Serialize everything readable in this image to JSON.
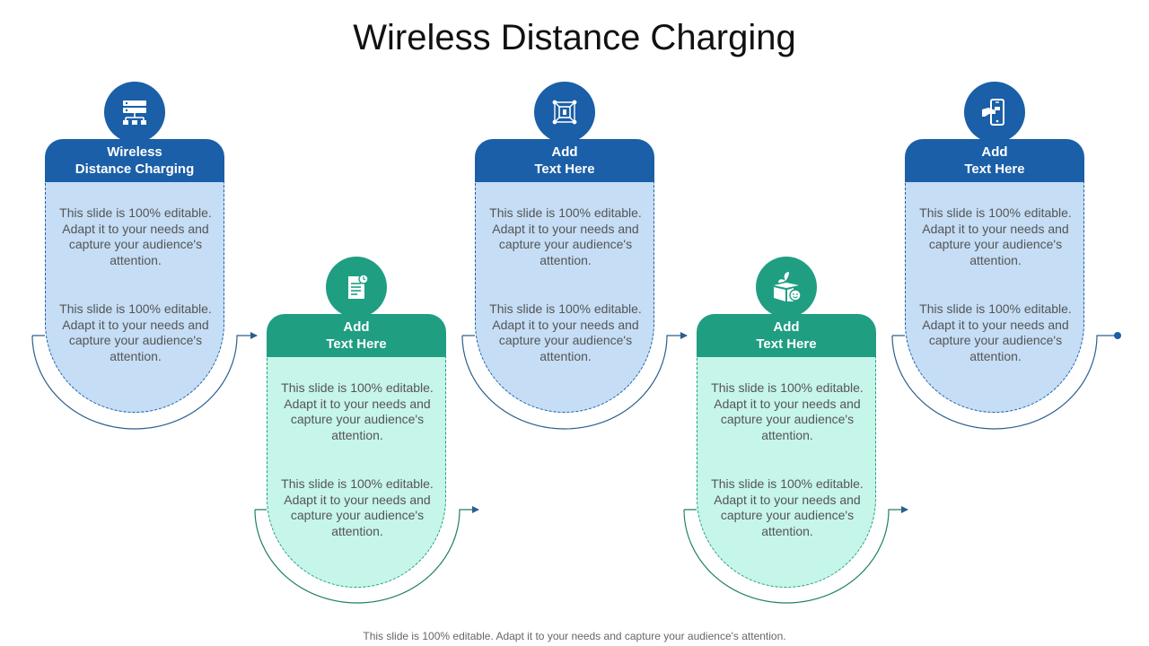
{
  "title": "Wireless Distance Charging",
  "footer": "This slide is 100% editable. Adapt it to your needs and capture your audience's attention.",
  "colors": {
    "blue": "#1a5fa8",
    "blue_light": "#c5ddf5",
    "green": "#1f9e82",
    "green_light": "#c6f5ea",
    "connector": "#2b5f8e"
  },
  "cards": [
    {
      "theme": "blue",
      "icon": "server-network-icon",
      "heading_line1": "Wireless",
      "heading_line2": "Distance Charging",
      "para1": "This slide is 100% editable. Adapt it to your needs and capture your audience's attention.",
      "para2": "This slide is 100% editable. Adapt it to your needs and capture your audience's attention."
    },
    {
      "theme": "green",
      "icon": "document-icon",
      "heading_line1": "Add",
      "heading_line2": "Text Here",
      "para1": "This slide is 100% editable. Adapt it to your needs and capture your audience's attention.",
      "para2": "This slide is 100% editable. Adapt it to your needs and capture your audience's attention."
    },
    {
      "theme": "blue",
      "icon": "network-hub-icon",
      "heading_line1": "Add",
      "heading_line2": "Text Here",
      "para1": "This slide is 100% editable. Adapt it to your needs and capture your audience's attention.",
      "para2": "This slide is 100% editable. Adapt it to your needs and capture your audience's attention."
    },
    {
      "theme": "green",
      "icon": "eco-box-icon",
      "heading_line1": "Add",
      "heading_line2": "Text Here",
      "para1": "This slide is 100% editable. Adapt it to your needs and capture your audience's attention.",
      "para2": "This slide is 100% editable. Adapt it to your needs and capture your audience's attention."
    },
    {
      "theme": "blue",
      "icon": "mobile-payment-icon",
      "heading_line1": "Add",
      "heading_line2": "Text Here",
      "para1": "This slide is 100% editable. Adapt it to your needs and capture your audience's attention.",
      "para2": "This slide is 100% editable. Adapt it to your needs and capture your audience's attention."
    }
  ]
}
